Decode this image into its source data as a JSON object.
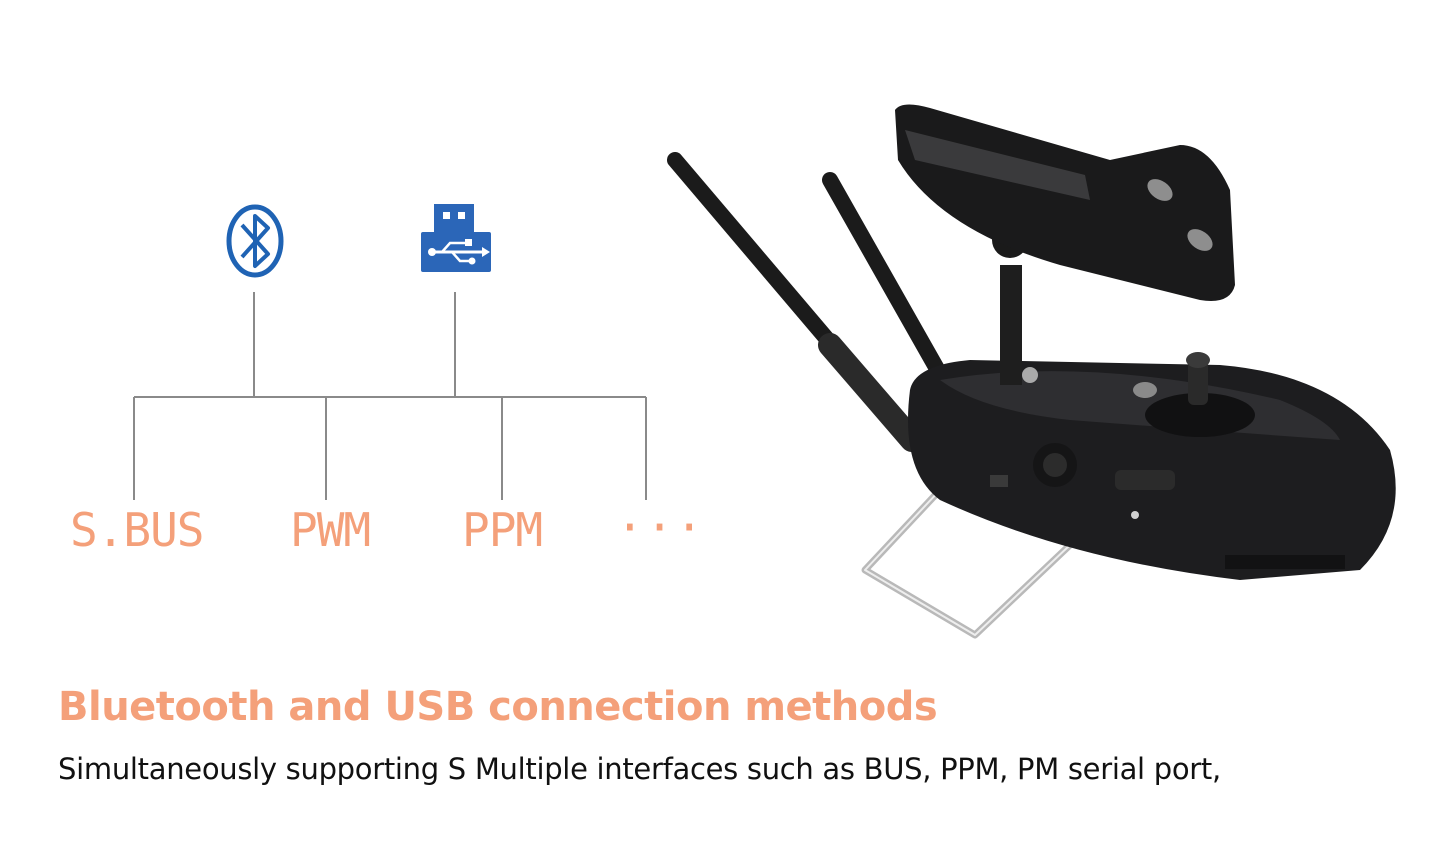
{
  "colors": {
    "accent": "#f4a07a",
    "bluetooth_blue": "#1f63b4",
    "usb_blue": "#2b66b8",
    "line_gray": "#8a8a8a",
    "device_dark": "#1d1d1f"
  },
  "icons": {
    "bluetooth": "bluetooth-icon",
    "usb": "usb-icon"
  },
  "interfaces": {
    "items": [
      {
        "label": "S.BUS"
      },
      {
        "label": "PWM"
      },
      {
        "label": "PPM"
      },
      {
        "label": "···"
      }
    ]
  },
  "product": {
    "image": "remote-controller-with-antennas-and-phone-holder"
  },
  "headline": "Bluetooth and USB connection methods",
  "subline": "Simultaneously supporting S Multiple interfaces such as BUS, PPM, PM serial port,"
}
